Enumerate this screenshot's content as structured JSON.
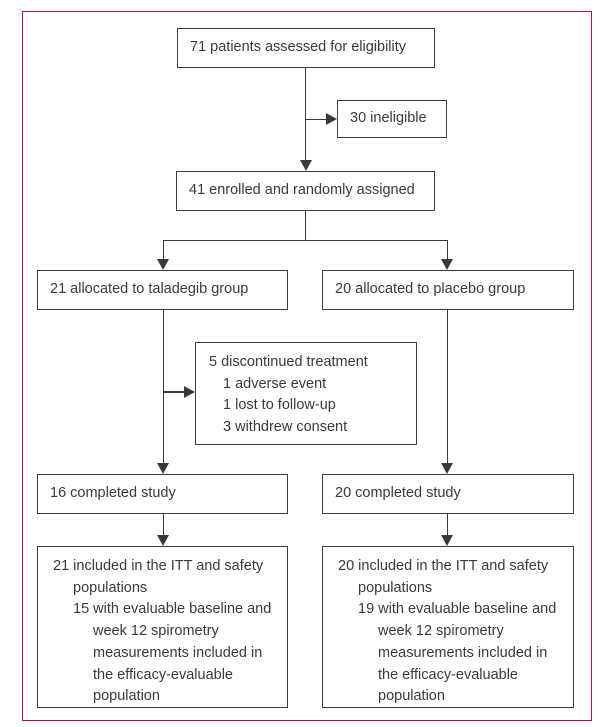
{
  "figure": {
    "kind": "trial-profile-flow-diagram",
    "frame_color": "#ab1342",
    "box_border_color": "#3d3d3d",
    "text_color": "#3a3a3a"
  },
  "boxes": {
    "eligibility": {
      "label": "71 patients assessed for eligibility"
    },
    "ineligible": {
      "label": "30 ineligible"
    },
    "enrolled": {
      "label": "41 enrolled and randomly assigned"
    },
    "allocated_taladegib": {
      "label": "21 allocated to taladegib group"
    },
    "allocated_placebo": {
      "label": "20 allocated to placebo group"
    },
    "discontinued": {
      "lines": [
        "5 discontinued treatment",
        "1 adverse event",
        "1 lost to follow-up",
        "3 withdrew consent"
      ]
    },
    "completed_taladegib": {
      "label": "16 completed study"
    },
    "completed_placebo": {
      "label": "20 completed study"
    },
    "itt_taladegib": {
      "lines": [
        "21 included in the ITT and safety",
        "populations",
        "15 with evaluable baseline and",
        "week 12 spirometry",
        "measurements included in",
        "the efficacy-evaluable",
        "population"
      ]
    },
    "itt_placebo": {
      "lines": [
        "20 included in the ITT and safety",
        "populations",
        "19 with evaluable baseline and",
        "week 12 spirometry",
        "measurements included in",
        "the efficacy-evaluable",
        "population"
      ]
    }
  }
}
